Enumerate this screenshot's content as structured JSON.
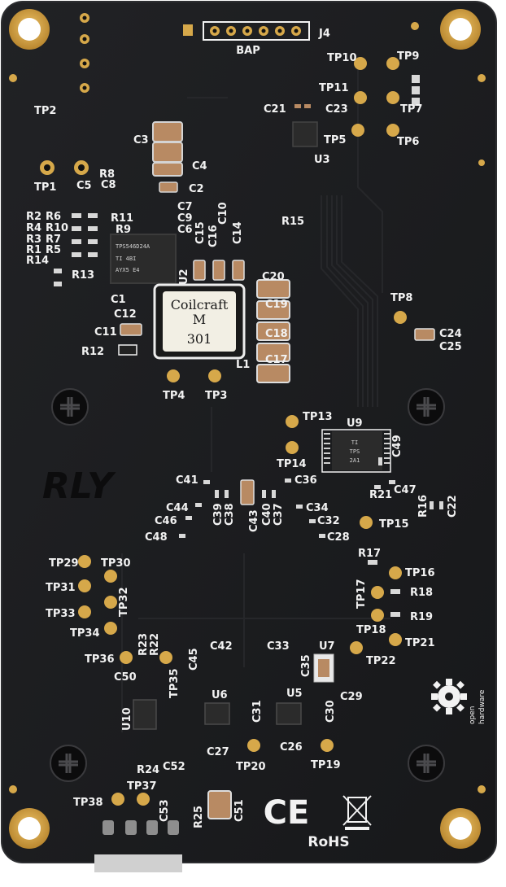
{
  "board": {
    "colors": {
      "pcb": "#1b1c1e",
      "edge": "#2a2b2e",
      "gold": "#d6a84a",
      "silk": "#f2f2f2",
      "cap": "#b88a63",
      "chip": "#2b2b2b"
    }
  },
  "connector": {
    "designator": "J4",
    "label": "BAP"
  },
  "chips": {
    "regulator": {
      "line1": "TPS546D24A",
      "line2": "TI 4BI",
      "line3": "AYX5 E4"
    },
    "u9": {
      "line1": "TI",
      "line2": "TPS",
      "line3": "2A1"
    },
    "inductor": {
      "line1": "Coilcraft",
      "line2": "M",
      "line3": "301"
    }
  },
  "markings": {
    "logo": "RLY",
    "ce": "CE",
    "rohs": "RoHS",
    "oshw_line1": "open",
    "oshw_line2": "hardware"
  },
  "labels": [
    {
      "text": "J4"
    },
    {
      "text": "TP10"
    },
    {
      "text": "TP9"
    },
    {
      "text": "TP11"
    },
    {
      "text": "TP7"
    },
    {
      "text": "C21"
    },
    {
      "text": "C23"
    },
    {
      "text": "TP5"
    },
    {
      "text": "TP6"
    },
    {
      "text": "U3"
    },
    {
      "text": "TP2"
    },
    {
      "text": "C3"
    },
    {
      "text": "C4"
    },
    {
      "text": "C2"
    },
    {
      "text": "R8"
    },
    {
      "text": "C8"
    },
    {
      "text": "C5"
    },
    {
      "text": "TP1"
    },
    {
      "text": "R2"
    },
    {
      "text": "R6"
    },
    {
      "text": "R4"
    },
    {
      "text": "R10"
    },
    {
      "text": "R3"
    },
    {
      "text": "R7"
    },
    {
      "text": "R1"
    },
    {
      "text": "R5"
    },
    {
      "text": "R14"
    },
    {
      "text": "R11"
    },
    {
      "text": "R9"
    },
    {
      "text": "C7"
    },
    {
      "text": "C9"
    },
    {
      "text": "C6"
    },
    {
      "text": "C10"
    },
    {
      "text": "R15"
    },
    {
      "text": "C15"
    },
    {
      "text": "C16"
    },
    {
      "text": "C14"
    },
    {
      "text": "R13"
    },
    {
      "text": "C1"
    },
    {
      "text": "U2"
    },
    {
      "text": "C20"
    },
    {
      "text": "C19"
    },
    {
      "text": "C18"
    },
    {
      "text": "C17"
    },
    {
      "text": "C12"
    },
    {
      "text": "C11"
    },
    {
      "text": "R12"
    },
    {
      "text": "L1"
    },
    {
      "text": "TP8"
    },
    {
      "text": "C24"
    },
    {
      "text": "C25"
    },
    {
      "text": "TP4"
    },
    {
      "text": "TP3"
    },
    {
      "text": "TP13"
    },
    {
      "text": "U9"
    },
    {
      "text": "TP14"
    },
    {
      "text": "C49"
    },
    {
      "text": "C41"
    },
    {
      "text": "C36"
    },
    {
      "text": "R21"
    },
    {
      "text": "C47"
    },
    {
      "text": "R16"
    },
    {
      "text": "C22"
    },
    {
      "text": "C44"
    },
    {
      "text": "C39"
    },
    {
      "text": "C38"
    },
    {
      "text": "C43"
    },
    {
      "text": "C40"
    },
    {
      "text": "C37"
    },
    {
      "text": "C34"
    },
    {
      "text": "C46"
    },
    {
      "text": "C32"
    },
    {
      "text": "TP15"
    },
    {
      "text": "C48"
    },
    {
      "text": "C28"
    },
    {
      "text": "R17"
    },
    {
      "text": "TP29"
    },
    {
      "text": "TP30"
    },
    {
      "text": "TP16"
    },
    {
      "text": "TP31"
    },
    {
      "text": "TP32"
    },
    {
      "text": "TP17"
    },
    {
      "text": "R18"
    },
    {
      "text": "TP33"
    },
    {
      "text": "R19"
    },
    {
      "text": "TP34"
    },
    {
      "text": "TP18"
    },
    {
      "text": "TP21"
    },
    {
      "text": "R23"
    },
    {
      "text": "R22"
    },
    {
      "text": "C42"
    },
    {
      "text": "C33"
    },
    {
      "text": "U7"
    },
    {
      "text": "TP36"
    },
    {
      "text": "TP22"
    },
    {
      "text": "C45"
    },
    {
      "text": "C35"
    },
    {
      "text": "C50"
    },
    {
      "text": "TP35"
    },
    {
      "text": "C29"
    },
    {
      "text": "U6"
    },
    {
      "text": "U5"
    },
    {
      "text": "U10"
    },
    {
      "text": "C31"
    },
    {
      "text": "C30"
    },
    {
      "text": "C27"
    },
    {
      "text": "C26"
    },
    {
      "text": "TP20"
    },
    {
      "text": "TP19"
    },
    {
      "text": "R24"
    },
    {
      "text": "C52"
    },
    {
      "text": "TP37"
    },
    {
      "text": "TP38"
    },
    {
      "text": "C53"
    },
    {
      "text": "R25"
    },
    {
      "text": "C51"
    }
  ]
}
